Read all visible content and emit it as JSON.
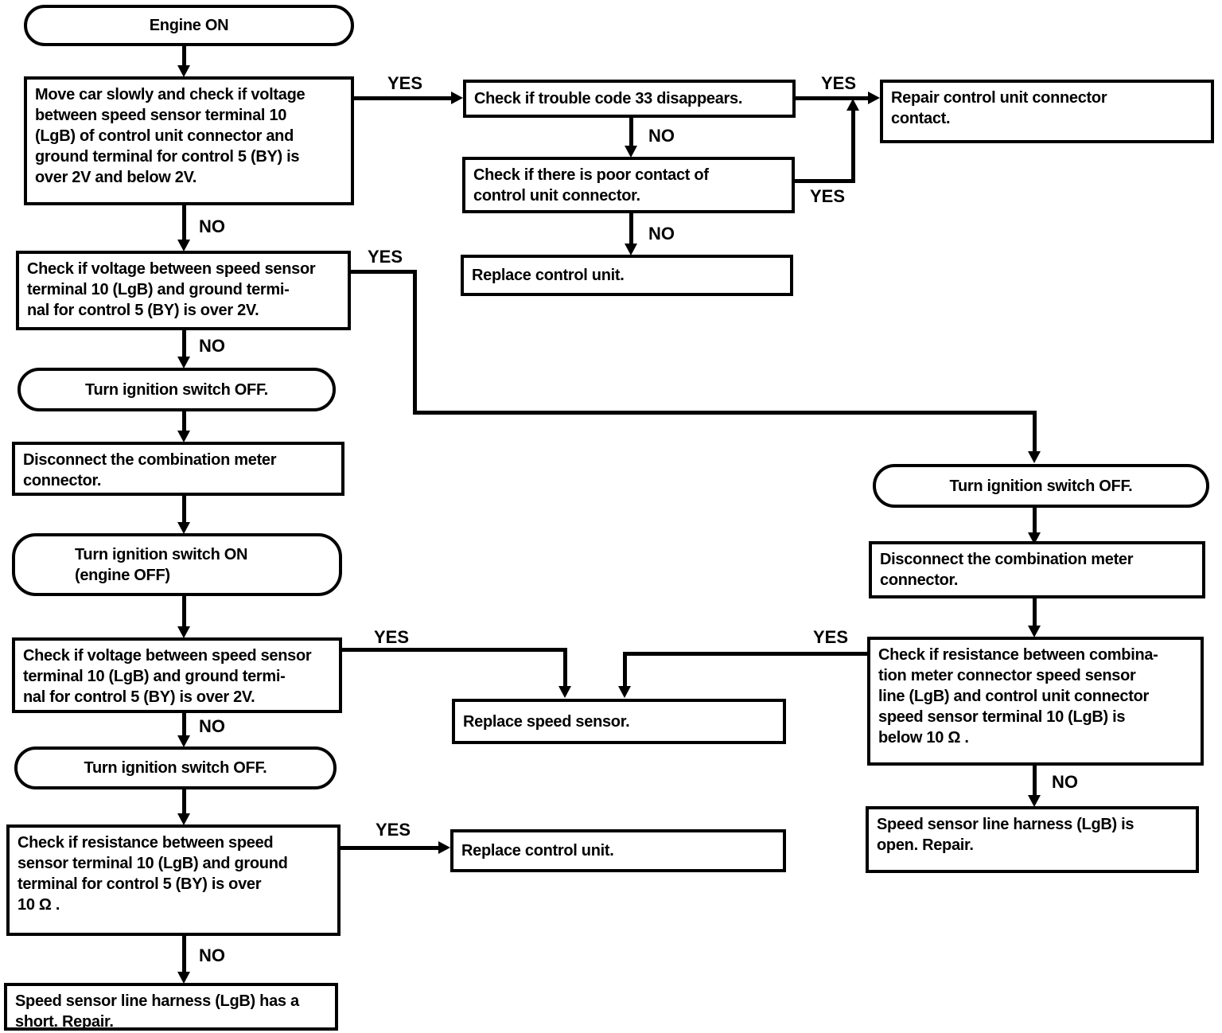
{
  "nodes": {
    "engine_on": "Engine ON",
    "move_car": "Move car slowly and check if voltage\nbetween speed sensor terminal 10\n(LgB) of control unit connector and\nground terminal for control 5 (BY) is\nover 2V and below 2V.",
    "code33": "Check if trouble code 33 disappears.",
    "poor_contact": "Check if there is poor contact of\ncontrol unit connector.",
    "replace_unit": "Replace control unit.",
    "repair_connector": "Repair control unit connector\ncontact.",
    "check_voltage": "Check if voltage between speed sensor\nterminal 10 (LgB) and ground termi-\nnal for control 5 (BY) is over 2V.",
    "turn_off": "Turn ignition switch OFF.",
    "disconnect_meter": "Disconnect the combination meter\nconnector.",
    "turn_on": "Turn ignition switch ON\n(engine OFF)",
    "check_resistance_left": "Check if resistance between speed\nsensor terminal 10 (LgB) and ground\nterminal for control 5 (BY) is over\n10 Ω .",
    "short_repair": "Speed sensor line harness (LgB) has a\nshort. Repair.",
    "replace_sensor": "Replace speed sensor.",
    "check_resistance_right": "Check if resistance between combina-\ntion meter connector speed sensor\nline (LgB) and control unit connector\nspeed sensor terminal 10 (LgB) is\nbelow 10 Ω .",
    "open_repair": "Speed sensor line harness (LgB) is\nopen. Repair."
  },
  "labels": {
    "yes": "YES",
    "no": "NO"
  }
}
